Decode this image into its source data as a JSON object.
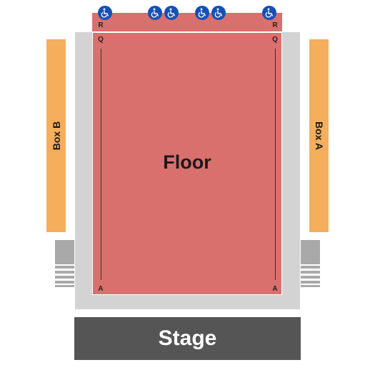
{
  "sections": {
    "floor": "Floor",
    "box_a": "Box A",
    "box_b": "Box B",
    "stage": "Stage"
  },
  "rows": {
    "front": "A",
    "back_floor": "Q",
    "top": "R"
  },
  "accessible_seating_icon": "wheelchair-icon",
  "colors": {
    "floor": "#d9706e",
    "boxes": "#f4ae5c",
    "stage": "#555555",
    "aisle": "#d3d3d3",
    "accessible": "#1550b8"
  }
}
